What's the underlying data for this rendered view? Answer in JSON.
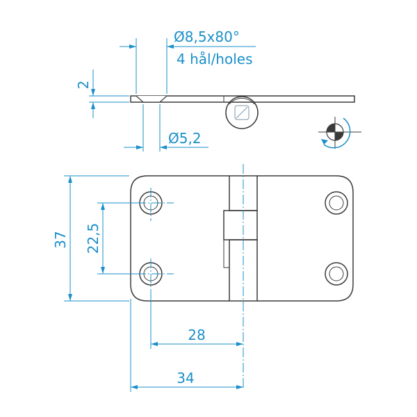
{
  "labels": {
    "countersink_spec": "Ø8,5x80°",
    "holes_note": "4 hål/holes",
    "thickness": "2",
    "hole_diameter": "Ø5,2",
    "height": "37",
    "hole_spacing_vertical": "22,5",
    "hole_spacing_horizontal": "28",
    "width_to_pin": "34"
  },
  "colors": {
    "dimension": "#1a8fc9",
    "outline": "#3a3a3a",
    "plate_fill": "#e2ecf3",
    "plate_highlight": "#f7fbfd"
  },
  "icons": {
    "projection_symbol": "first-angle-projection-icon",
    "rotation_arrow": "rotate-arrow-icon"
  }
}
